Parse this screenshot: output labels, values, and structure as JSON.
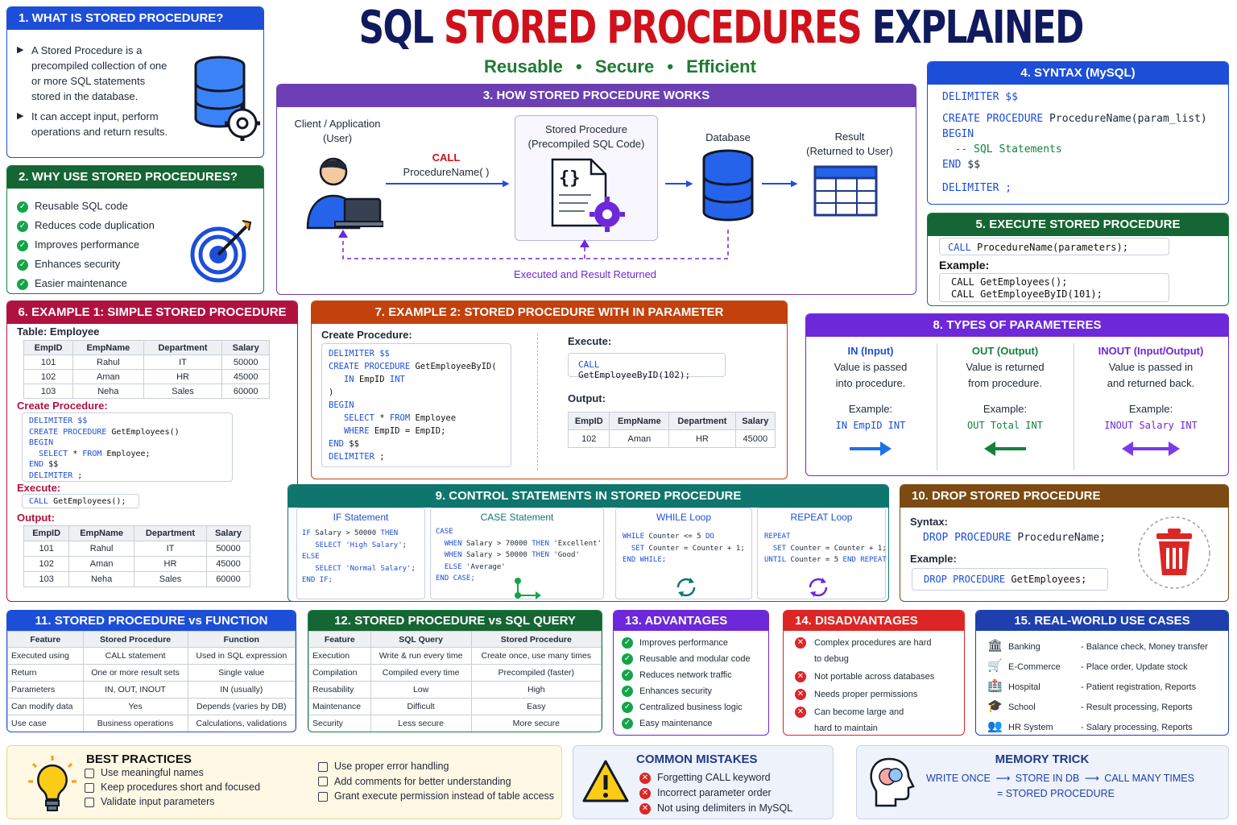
{
  "title": {
    "part1": "SQL ",
    "part2": "STORED PROCEDURES",
    "part3": " EXPLAINED"
  },
  "subtitle": {
    "a": "Reusable",
    "b": "Secure",
    "c": "Efficient",
    "sep": "•"
  },
  "s1": {
    "title": "1. WHAT IS STORED PROCEDURE?",
    "p1": "A Stored Procedure is a precompiled collection of one or more SQL statements stored in the database.",
    "p2": "It can accept input, perform operations and return results."
  },
  "s2": {
    "title": "2. WHY USE STORED PROCEDURES?",
    "items": [
      "Reusable SQL code",
      "Reduces code duplication",
      "Improves performance",
      "Enhances security",
      "Easier maintenance"
    ]
  },
  "s3": {
    "title": "3. HOW STORED PROCEDURE WORKS",
    "client1": "Client / Application",
    "client2": "(User)",
    "call": "CALL",
    "callname": "ProcedureName( )",
    "sp1": "Stored Procedure",
    "sp2": "(Precompiled SQL Code)",
    "db": "Database",
    "res1": "Result",
    "res2": "(Returned to User)",
    "ret": "Executed and Result Returned"
  },
  "s4": {
    "title": "4. SYNTAX (MySQL)",
    "l1": "DELIMITER $$",
    "l2a": "CREATE PROCEDURE",
    "l2b": " ProcedureName(param_list)",
    "l3": "BEGIN",
    "l4": "  -- SQL Statements",
    "l5a": "END",
    "l5b": " $$",
    "l6": "DELIMITER ;"
  },
  "s5": {
    "title": "5. EXECUTE STORED PROCEDURE",
    "call_kw": "CALL",
    "call_rest": " ProcedureName(parameters);",
    "example": "Example:",
    "ex1": "CALL GetEmployees();",
    "ex2": "CALL GetEmployeeByID(101);"
  },
  "s6": {
    "title": "6. EXAMPLE 1: SIMPLE STORED PROCEDURE",
    "table_label": "Table: Employee",
    "headers": [
      "EmpID",
      "EmpName",
      "Department",
      "Salary"
    ],
    "rows": [
      [
        "101",
        "Rahul",
        "IT",
        "50000"
      ],
      [
        "102",
        "Aman",
        "HR",
        "45000"
      ],
      [
        "103",
        "Neha",
        "Sales",
        "60000"
      ]
    ],
    "create": "Create Procedure:",
    "code": [
      "DELIMITER $$",
      "CREATE PROCEDURE GetEmployees()",
      "BEGIN",
      "  SELECT * FROM Employee;",
      "END $$",
      "DELIMITER ;"
    ],
    "execute": "Execute:",
    "exec_kw": "CALL",
    "exec_rest": " GetEmployees();",
    "output": "Output:"
  },
  "s7": {
    "title": "7. EXAMPLE 2: STORED PROCEDURE WITH IN PARAMETER",
    "create": "Create Procedure:",
    "code": [
      "DELIMITER $$",
      "CREATE PROCEDURE GetEmployeeByID(",
      "   IN EmpID INT",
      ")",
      "BEGIN",
      "   SELECT * FROM Employee",
      "   WHERE EmpID = EmpID;",
      "END $$",
      "DELIMITER ;"
    ],
    "execute": "Execute:",
    "exec_kw": "CALL",
    "exec_rest": " GetEmployeeByID(102);",
    "output": "Output:",
    "headers": [
      "EmpID",
      "EmpName",
      "Department",
      "Salary"
    ],
    "row": [
      "102",
      "Aman",
      "HR",
      "45000"
    ]
  },
  "s8": {
    "title": "8. TYPES OF PARAMETERES",
    "cols": [
      {
        "name": "IN (Input)",
        "d1": "Value is passed",
        "d2": "into procedure.",
        "ex": "Example:",
        "code": "IN EmpID INT",
        "color": "#1d4ed8"
      },
      {
        "name": "OUT (Output)",
        "d1": "Value is returned",
        "d2": "from procedure.",
        "ex": "Example:",
        "code": "OUT Total INT",
        "color": "#15803d"
      },
      {
        "name": "INOUT (Input/Output)",
        "d1": "Value is passed in",
        "d2": "and returned back.",
        "ex": "Example:",
        "code": "INOUT Salary INT",
        "color": "#6d28d9"
      }
    ]
  },
  "s9": {
    "title": "9. CONTROL STATEMENTS IN STORED PROCEDURE",
    "if_t": "IF Statement",
    "if": [
      "IF Salary > 50000 THEN",
      "   SELECT 'High Salary';",
      "ELSE",
      "   SELECT 'Normal Salary';",
      "END IF;"
    ],
    "case_t": "CASE Statement",
    "case": [
      "CASE",
      "  WHEN Salary > 70000 THEN 'Excellent'",
      "  WHEN Salary > 50000 THEN 'Good'",
      "  ELSE 'Average'",
      "END CASE;"
    ],
    "while_t": "WHILE Loop",
    "while": [
      "WHILE Counter <= 5 DO",
      "  SET Counter = Counter + 1;",
      "END WHILE;"
    ],
    "repeat_t": "REPEAT Loop",
    "repeat": [
      "REPEAT",
      "  SET Counter = Counter + 1;",
      "UNTIL Counter = 5 END REPEAT;"
    ]
  },
  "s10": {
    "title": "10. DROP STORED PROCEDURE",
    "syntax": "Syntax:",
    "code1a": "DROP PROCEDURE",
    "code1b": " ProcedureName;",
    "example": "Example:",
    "code2a": "DROP PROCEDURE",
    "code2b": " GetEmployees;"
  },
  "s11": {
    "title": "11. STORED PROCEDURE vs FUNCTION",
    "headers": [
      "Feature",
      "Stored Procedure",
      "Function"
    ],
    "rows": [
      [
        "Executed using",
        "CALL statement",
        "Used in SQL expression"
      ],
      [
        "Return",
        "One or more result sets",
        "Single value"
      ],
      [
        "Parameters",
        "IN, OUT, INOUT",
        "IN (usually)"
      ],
      [
        "Can modify data",
        "Yes",
        "Depends (varies by DB)"
      ],
      [
        "Use case",
        "Business operations",
        "Calculations, validations"
      ]
    ]
  },
  "s12": {
    "title": "12. STORED PROCEDURE vs SQL QUERY",
    "headers": [
      "Feature",
      "SQL Query",
      "Stored Procedure"
    ],
    "rows": [
      [
        "Execution",
        "Write & run every time",
        "Create once, use many times"
      ],
      [
        "Compilation",
        "Compiled every time",
        "Precompiled (faster)"
      ],
      [
        "Reusability",
        "Low",
        "High"
      ],
      [
        "Maintenance",
        "Difficult",
        "Easy"
      ],
      [
        "Security",
        "Less secure",
        "More secure"
      ]
    ]
  },
  "s13": {
    "title": "13. ADVANTAGES",
    "items": [
      "Improves performance",
      "Reusable and modular code",
      "Reduces network traffic",
      "Enhances security",
      "Centralized business logic",
      "Easy maintenance"
    ]
  },
  "s14": {
    "title": "14. DISADVANTAGES",
    "items": [
      [
        "Complex procedures are hard",
        "to debug"
      ],
      [
        "Not portable across databases"
      ],
      [
        "Needs proper permissions"
      ],
      [
        "Can become large and",
        "hard to maintain"
      ]
    ]
  },
  "s15": {
    "title": "15. REAL-WORLD USE CASES",
    "items": [
      [
        "Banking",
        "- Balance check, Money transfer"
      ],
      [
        "E-Commerce",
        "- Place order, Update stock"
      ],
      [
        "Hospital",
        "- Patient registration, Reports"
      ],
      [
        "School",
        "- Result processing, Reports"
      ],
      [
        "HR System",
        "- Salary processing, Reports"
      ]
    ]
  },
  "bp": {
    "title": "BEST PRACTICES",
    "left": [
      "Use meaningful names",
      "Keep procedures short and focused",
      "Validate input parameters"
    ],
    "right": [
      "Use proper error handling",
      "Add comments for better understanding",
      "Grant execute permission instead of table access"
    ]
  },
  "cm": {
    "title": "COMMON MISTAKES",
    "items": [
      "Forgetting CALL keyword",
      "Incorrect parameter order",
      "Not using delimiters in MySQL"
    ]
  },
  "mt": {
    "title": "MEMORY TRICK",
    "a": "WRITE ONCE",
    "b": "STORE IN DB",
    "c": "CALL MANY TIMES",
    "d": "= STORED PROCEDURE"
  }
}
